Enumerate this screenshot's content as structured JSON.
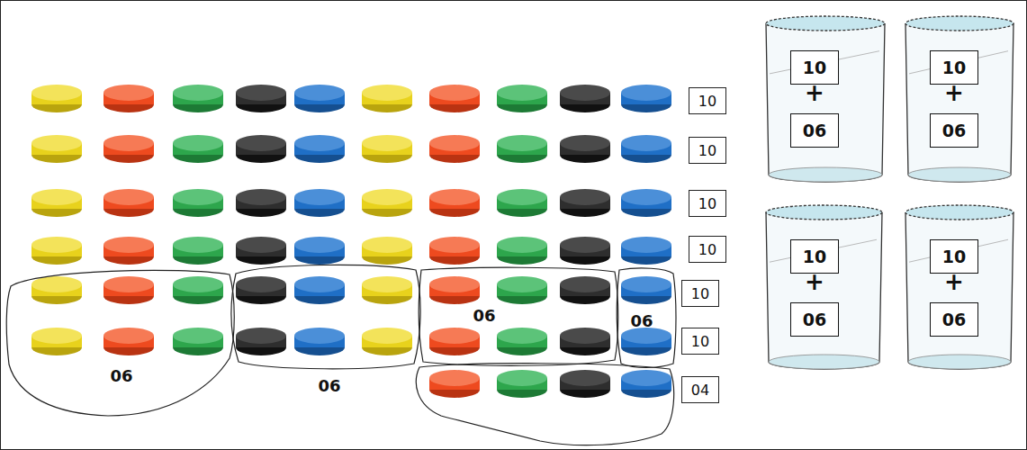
{
  "diagram": {
    "nodes": [
      {
        "text": [
          "10"
        ]
      },
      {
        "text": [
          "10"
        ]
      },
      {
        "text": [
          "10"
        ]
      },
      {
        "text": [
          "10"
        ]
      },
      {
        "text": [
          "10"
        ]
      },
      {
        "text": [
          "10"
        ]
      },
      {
        "text": [
          "04"
        ]
      },
      {
        "text": [
          "+"
        ]
      },
      {
        "text": [
          "10"
        ],
        "in": 7
      },
      {
        "text": [
          "06"
        ],
        "in": 7
      },
      {
        "text": [
          "+"
        ]
      },
      {
        "text": [
          "10"
        ],
        "in": 10
      },
      {
        "text": [
          "06"
        ],
        "in": 10
      },
      {
        "text": [
          "+"
        ]
      },
      {
        "text": [
          "10"
        ],
        "in": 13
      },
      {
        "text": [
          "06"
        ],
        "in": 13
      },
      {
        "text": [
          "+"
        ]
      },
      {
        "text": [
          "10"
        ],
        "in": 16
      },
      {
        "text": [
          "06"
        ],
        "in": 16
      }
    ],
    "labels": [
      "06",
      "06",
      "06",
      "06"
    ]
  }
}
